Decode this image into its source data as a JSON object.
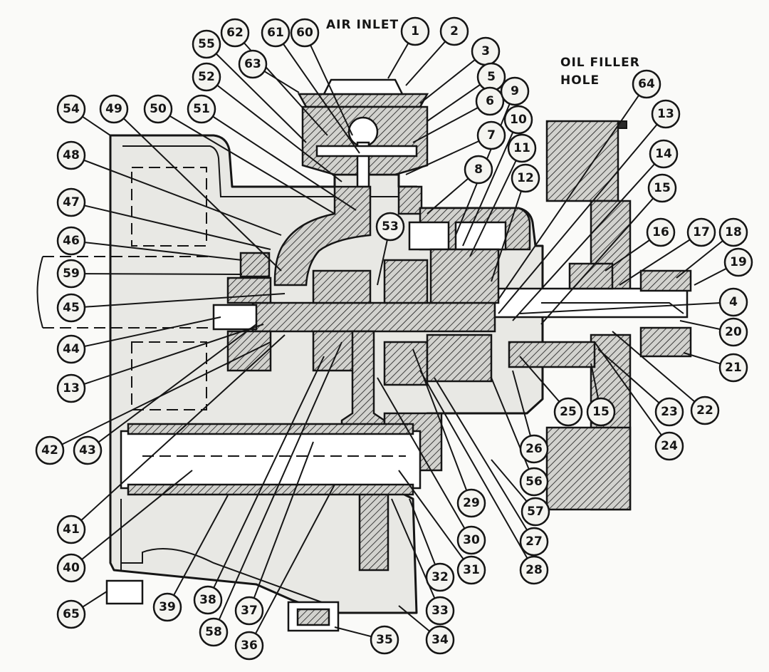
{
  "notes": {
    "air_inlet": "AIR INLET",
    "oil_filler_line1": "OIL FILLER",
    "oil_filler_line2": "HOLE"
  },
  "callouts": [
    {
      "label": "1"
    },
    {
      "label": "2"
    },
    {
      "label": "3"
    },
    {
      "label": "5"
    },
    {
      "label": "6"
    },
    {
      "label": "7"
    },
    {
      "label": "8"
    },
    {
      "label": "9"
    },
    {
      "label": "10"
    },
    {
      "label": "11"
    },
    {
      "label": "12"
    },
    {
      "label": "64"
    },
    {
      "label": "13"
    },
    {
      "label": "14"
    },
    {
      "label": "15"
    },
    {
      "label": "16"
    },
    {
      "label": "17"
    },
    {
      "label": "18"
    },
    {
      "label": "19"
    },
    {
      "label": "4"
    },
    {
      "label": "20"
    },
    {
      "label": "21"
    },
    {
      "label": "22"
    },
    {
      "label": "23"
    },
    {
      "label": "24"
    },
    {
      "label": "15"
    },
    {
      "label": "25"
    },
    {
      "label": "26"
    },
    {
      "label": "56"
    },
    {
      "label": "57"
    },
    {
      "label": "27"
    },
    {
      "label": "28"
    },
    {
      "label": "29"
    },
    {
      "label": "30"
    },
    {
      "label": "31"
    },
    {
      "label": "32"
    },
    {
      "label": "33"
    },
    {
      "label": "34"
    },
    {
      "label": "35"
    },
    {
      "label": "36"
    },
    {
      "label": "37"
    },
    {
      "label": "58"
    },
    {
      "label": "38"
    },
    {
      "label": "39"
    },
    {
      "label": "65"
    },
    {
      "label": "40"
    },
    {
      "label": "41"
    },
    {
      "label": "42"
    },
    {
      "label": "43"
    },
    {
      "label": "13"
    },
    {
      "label": "44"
    },
    {
      "label": "45"
    },
    {
      "label": "59"
    },
    {
      "label": "46"
    },
    {
      "label": "47"
    },
    {
      "label": "48"
    },
    {
      "label": "54"
    },
    {
      "label": "49"
    },
    {
      "label": "50"
    },
    {
      "label": "51"
    },
    {
      "label": "52"
    },
    {
      "label": "55"
    },
    {
      "label": "62"
    },
    {
      "label": "63"
    },
    {
      "label": "61"
    },
    {
      "label": "60"
    },
    {
      "label": "53"
    }
  ]
}
